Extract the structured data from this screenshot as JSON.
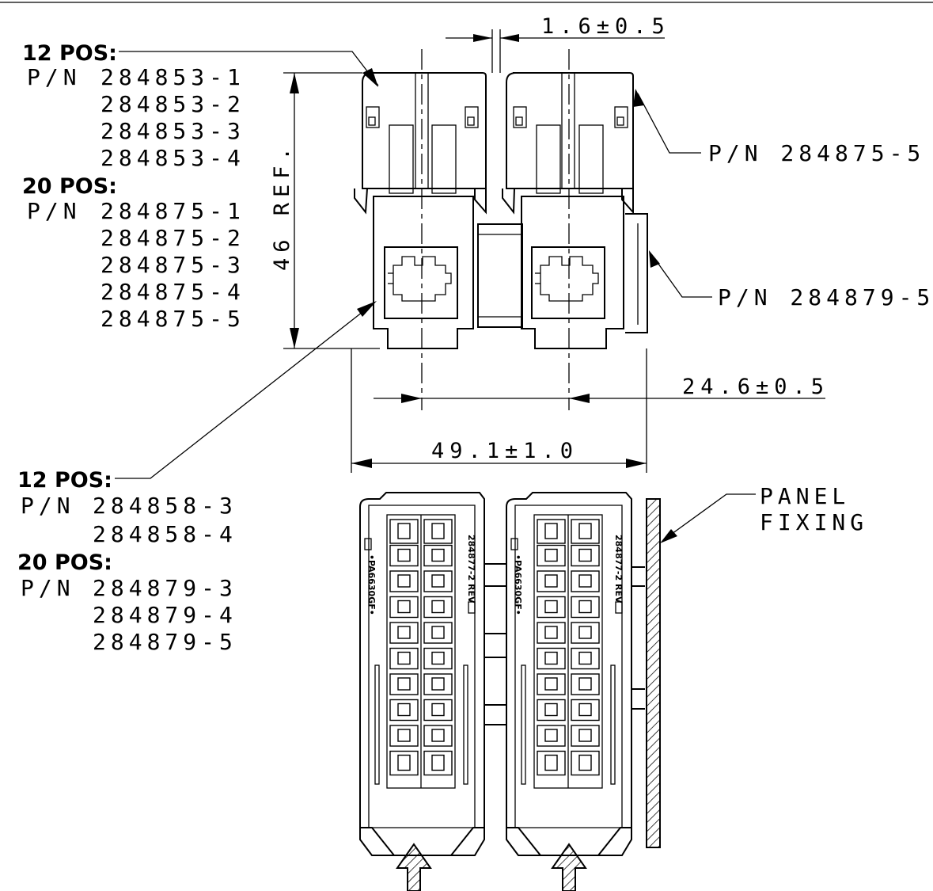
{
  "callouts": {
    "top_12pos": {
      "heading": "12 POS:",
      "prefix": "P/N",
      "parts": [
        "284853-1",
        "284853-2",
        "284853-3",
        "284853-4"
      ]
    },
    "top_20pos": {
      "heading": "20 POS:",
      "prefix": "P/N",
      "parts": [
        "284875-1",
        "284875-2",
        "284875-3",
        "284875-4",
        "284875-5"
      ]
    },
    "bottom_12pos": {
      "heading": "12 POS:",
      "prefix": "P/N",
      "parts": [
        "284858-3",
        "284858-4"
      ]
    },
    "bottom_20pos": {
      "heading": "20 POS:",
      "prefix": "P/N",
      "parts": [
        "284879-3",
        "284879-4",
        "284879-5"
      ]
    },
    "right_upper": "P/N 284875-5",
    "right_lower": "P/N 284879-5",
    "panel_fixing": [
      "PANEL",
      "FIXING"
    ]
  },
  "dimensions": {
    "gap": "1.6±0.5",
    "height_ref": "46 REF.",
    "pitch": "24.6±0.5",
    "overall_width": "49.1±1.0"
  },
  "part_markings": {
    "material": "•PA6630GF•",
    "part_rev": "284877-2 REV"
  }
}
